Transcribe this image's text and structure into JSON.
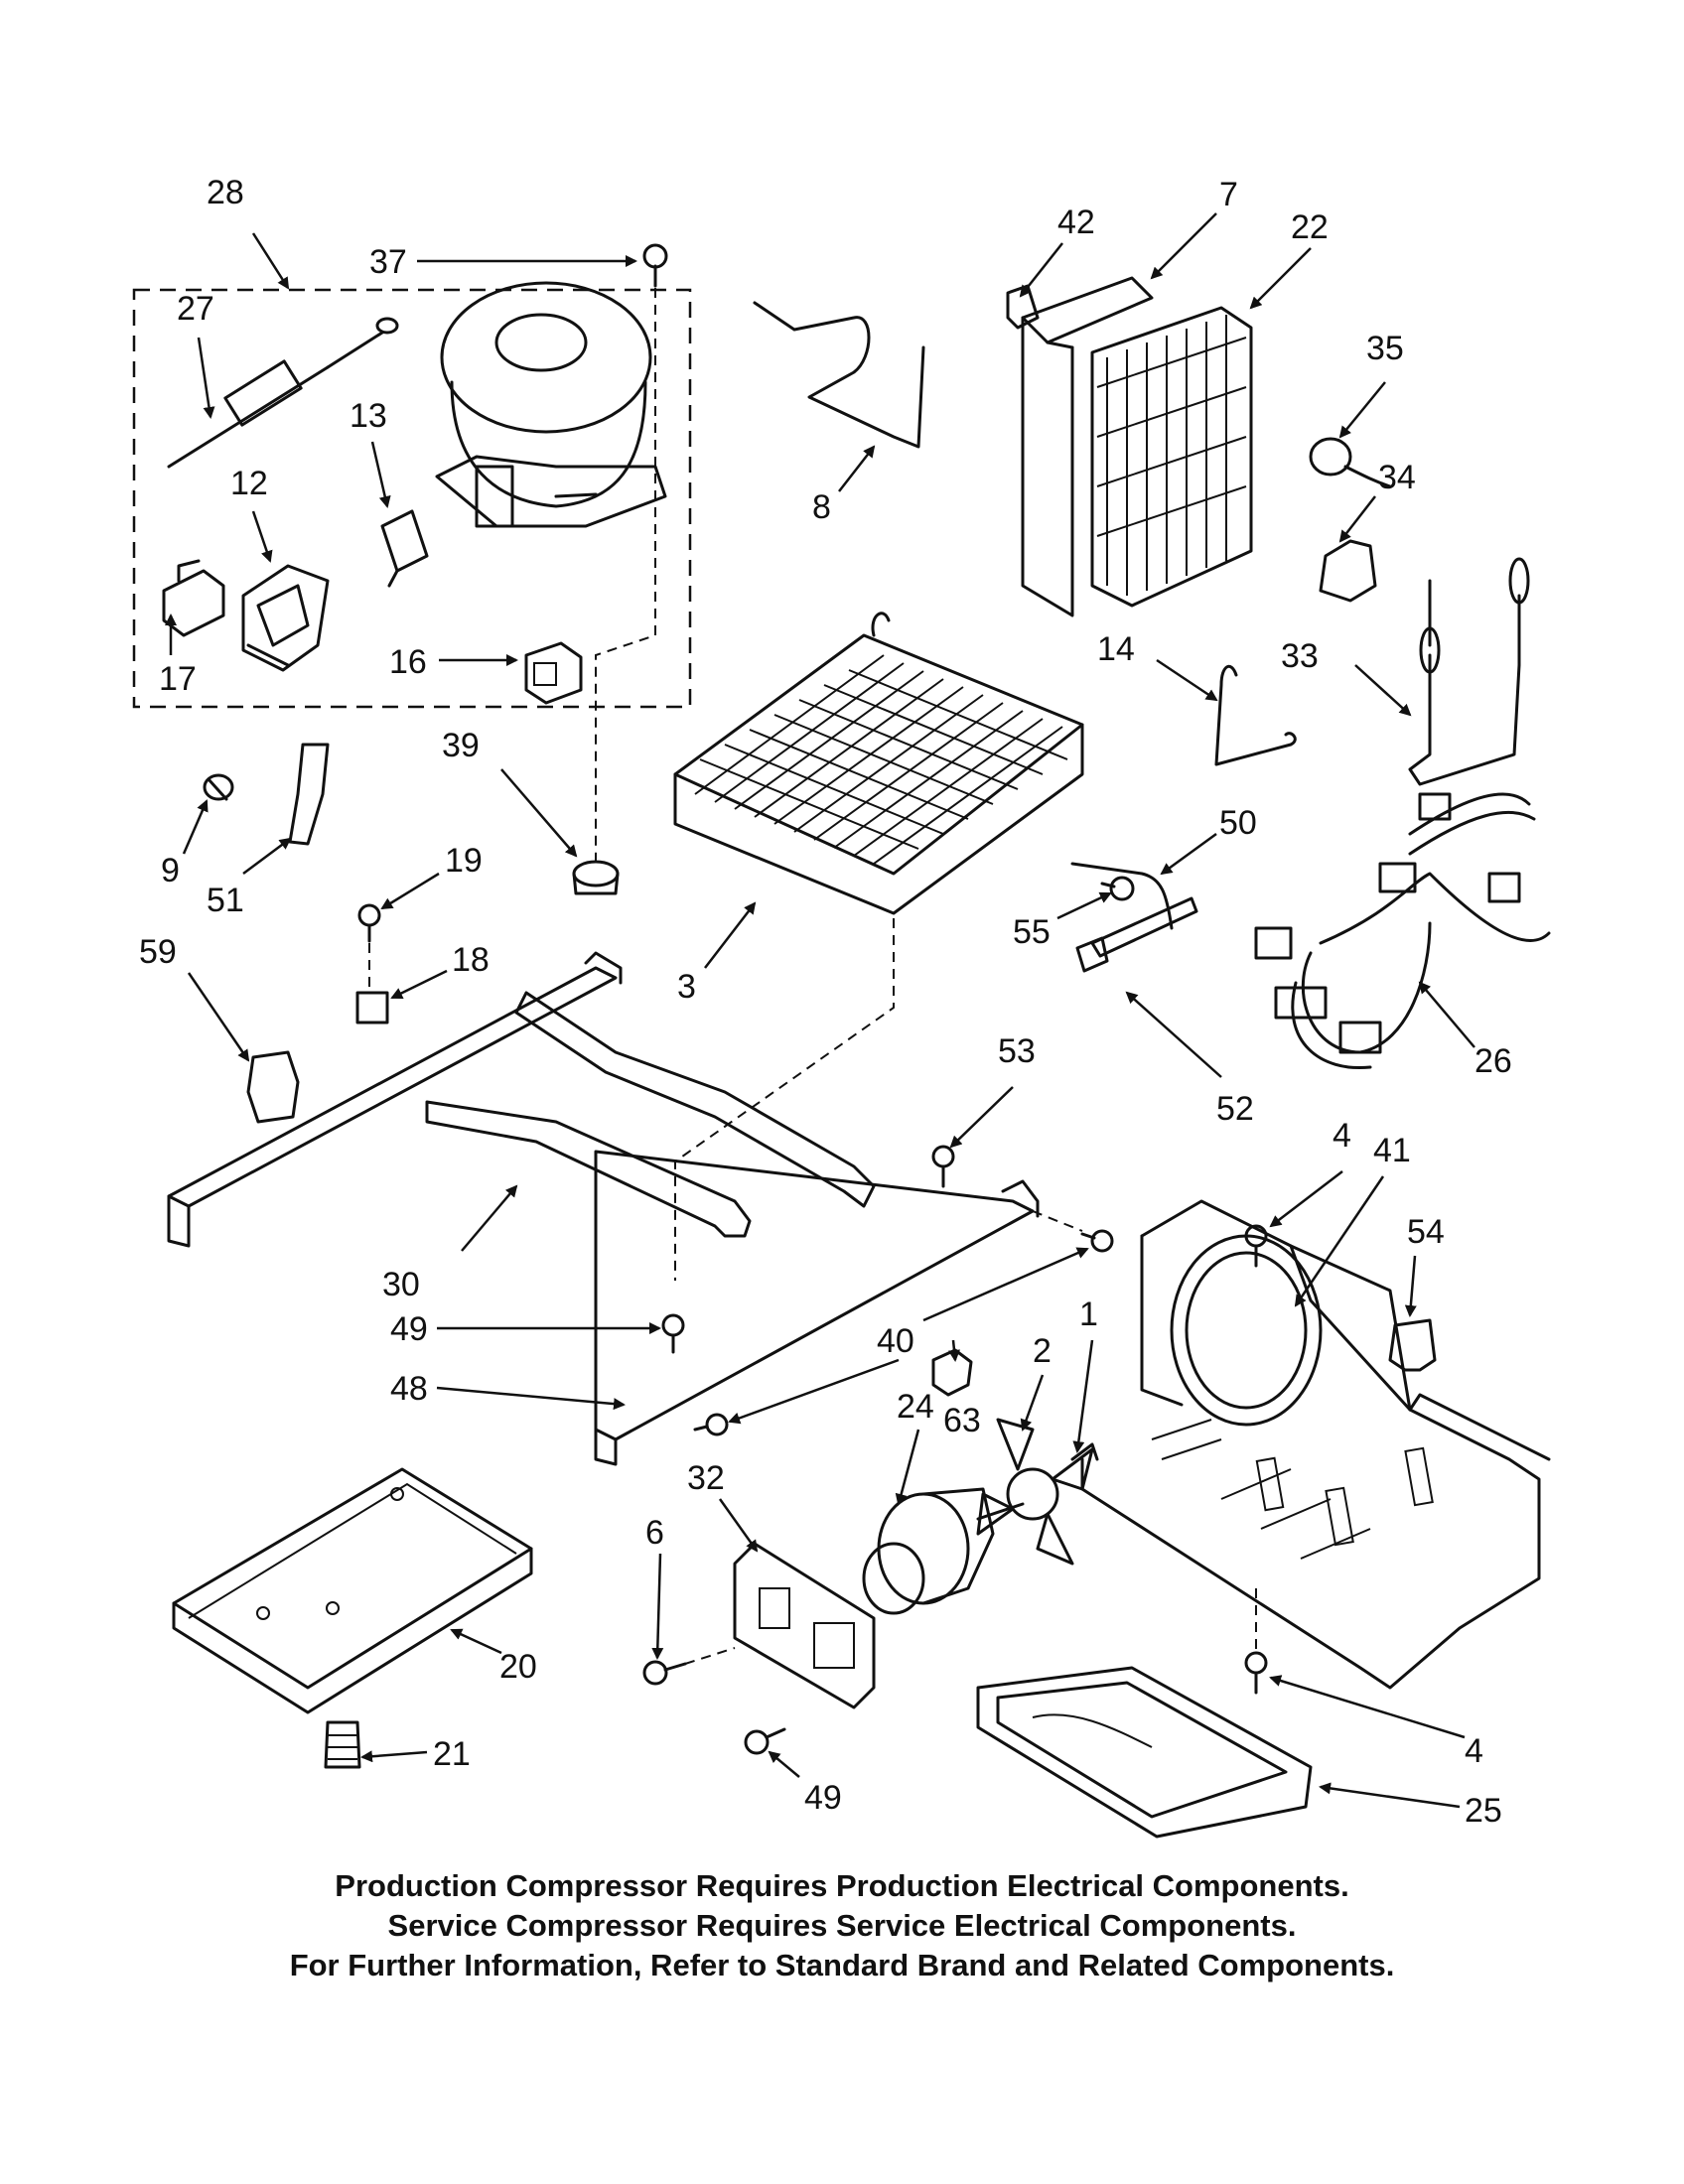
{
  "callouts": [
    "28",
    "37",
    "27",
    "13",
    "12",
    "17",
    "16",
    "42",
    "7",
    "22",
    "35",
    "34",
    "8",
    "14",
    "33",
    "9",
    "51",
    "39",
    "19",
    "18",
    "3",
    "50",
    "55",
    "59",
    "53",
    "26",
    "52",
    "4",
    "41",
    "54",
    "30",
    "49",
    "40",
    "48",
    "2",
    "1",
    "63",
    "24",
    "32",
    "6",
    "20",
    "21",
    "49",
    "4",
    "25"
  ],
  "notes": [
    "Production Compressor Requires Production Electrical Components.",
    "Service Compressor Requires Service Electrical Components.",
    "For Further Information, Refer to Standard Brand and Related Components."
  ]
}
